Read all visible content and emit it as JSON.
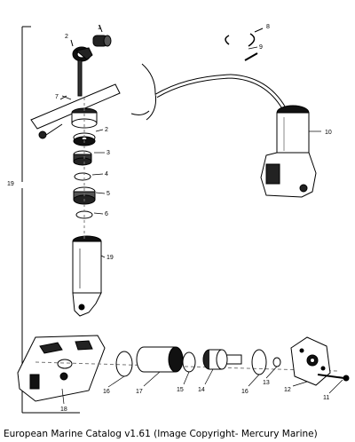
{
  "callouts": {
    "n1": "1",
    "n2a": "2",
    "n2b": "2",
    "n3": "3",
    "n4": "4",
    "n5": "5",
    "n6a": "6",
    "n7": "7",
    "n8": "8",
    "n9": "9",
    "n10": "10",
    "n19a": "19",
    "n19b": "19",
    "n18": "18",
    "n16a": "16",
    "n17": "17",
    "n15": "15",
    "n14": "14",
    "n16b": "16",
    "n13": "13",
    "n12": "12",
    "n11": "11"
  },
  "caption": "European Marine Catalog v1.61 (Image Copyright- Mercury Marine)"
}
